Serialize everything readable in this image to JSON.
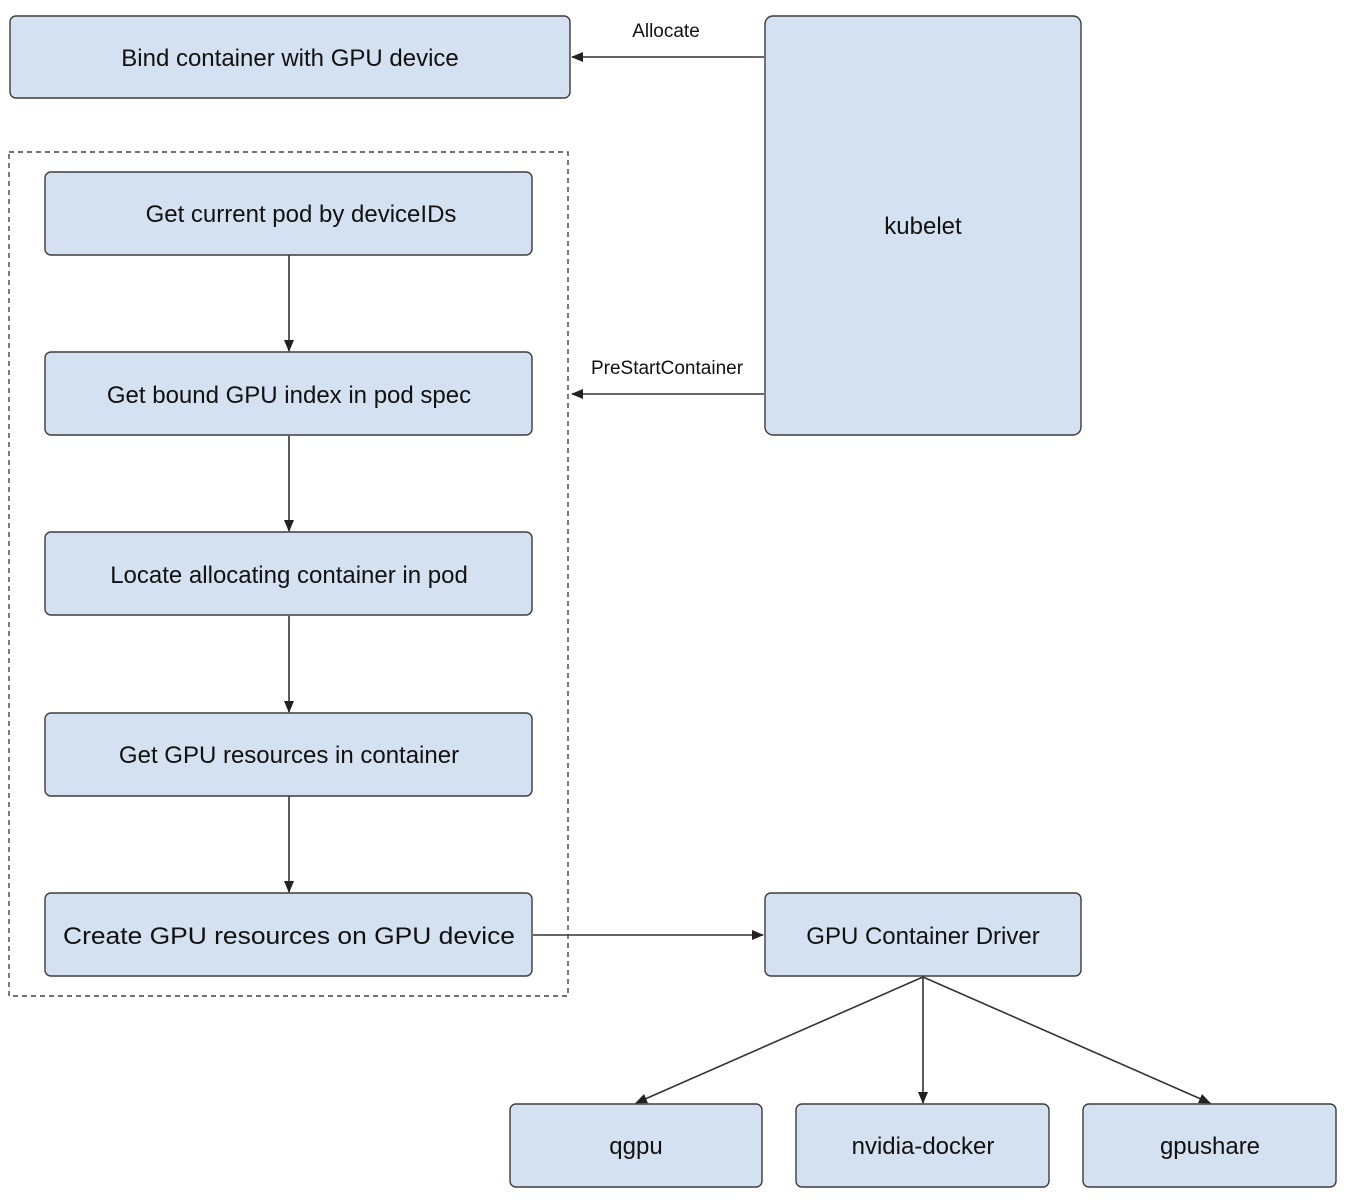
{
  "diagram": {
    "nodes": {
      "bind": "Bind container with GPU device",
      "kubelet": "kubelet",
      "get_pod": "Get current pod by deviceIDs",
      "get_index": "Get bound GPU index in pod spec",
      "locate": "Locate allocating container in pod",
      "get_resources": "Get GPU resources in container",
      "create_resources": "Create GPU resources on GPU device",
      "driver": "GPU Container Driver",
      "qgpu": "qgpu",
      "nvidia_docker": "nvidia-docker",
      "gpushare": "gpushare"
    },
    "edges": {
      "allocate": "Allocate",
      "prestart": "PreStartContainer"
    },
    "colors": {
      "box_fill": "#d3e1f0",
      "box_stroke": "#3c3c3c",
      "line": "#333333"
    }
  }
}
